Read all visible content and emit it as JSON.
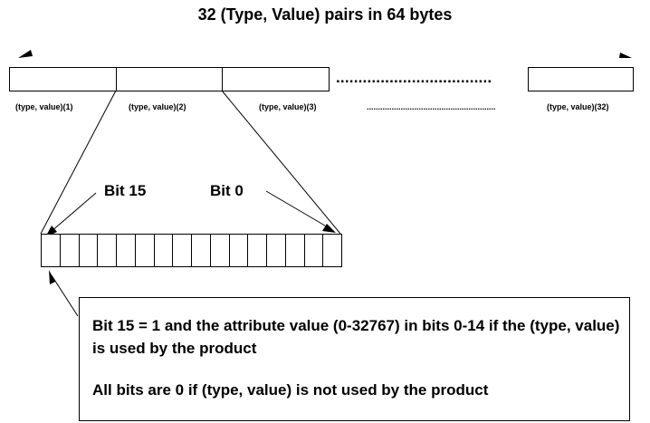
{
  "title": "32 (Type, Value) pairs in 64 bytes",
  "pairs": [
    {
      "label": "(type, value)(1)"
    },
    {
      "label": "(type, value)(2)"
    },
    {
      "label": "(type, value)(3)"
    },
    {
      "label": "(type, value)(32)"
    }
  ],
  "ellipsis_large": "...................................",
  "ellipsis_small": ".........................................................",
  "bits": {
    "high_label": "Bit 15",
    "low_label": "Bit 0",
    "count": 16
  },
  "note": {
    "line1": "Bit 15 = 1 and the attribute value (0-32767) in bits 0-14 if the (type, value) is used by the product",
    "line2": "All bits are 0 if (type, value) is not used by the product"
  }
}
